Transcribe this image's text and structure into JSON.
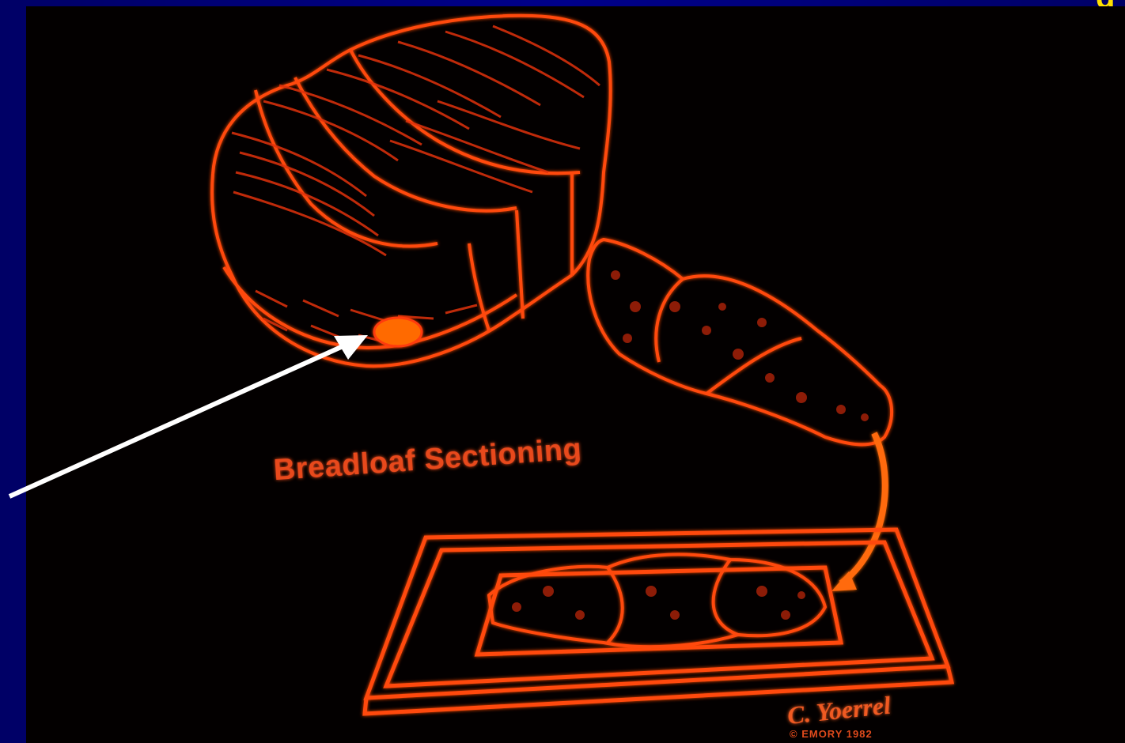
{
  "slide": {
    "background_color": "#00007a",
    "title_fragment": "g",
    "title_color": "#ffe000"
  },
  "diagram": {
    "caption": "Breadloaf Sectioning",
    "signature": "C. Yoerrel",
    "signature_line2": "© EMORY 1982",
    "line_color": "#ff4a10",
    "lesion_color": "#ff6a00",
    "arrow_color": "#ffffff"
  }
}
